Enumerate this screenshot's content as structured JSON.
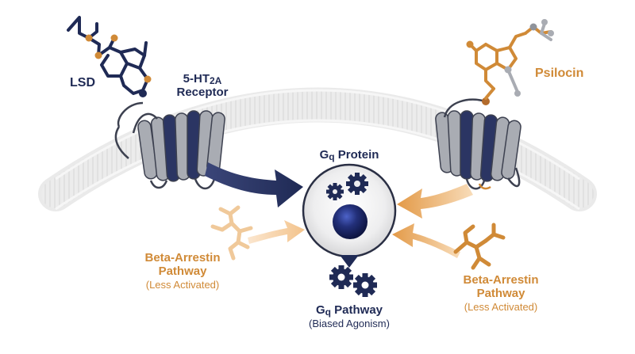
{
  "labels": {
    "lsd": "LSD",
    "receptor_prefix": "5-HT",
    "receptor_sub": "2A",
    "receptor_line2": "Receptor",
    "psilocin": "Psilocin",
    "gq_protein_g": "G",
    "gq_protein_q": "q",
    "gq_protein_rest": " Protein",
    "beta_left_line1": "Beta-Arrestin",
    "beta_left_line2": "Pathway",
    "beta_left_line3": "(Less Activated)",
    "beta_right_line1": "Beta-Arrestin",
    "beta_right_line2": "Pathway",
    "beta_right_line3": "(Less Activated)",
    "gq_pathway_g": "G",
    "gq_pathway_q": "q",
    "gq_pathway_rest": " Pathway",
    "gq_pathway_sub": "(Biased Agonism)"
  },
  "colors": {
    "navy": "#1f2a55",
    "orange": "#d08a37",
    "light_orange": "#f0c99a",
    "membrane": "#e2e2e2",
    "helix_gray": "#a9acb3",
    "helix_dark": "#2b3563"
  }
}
